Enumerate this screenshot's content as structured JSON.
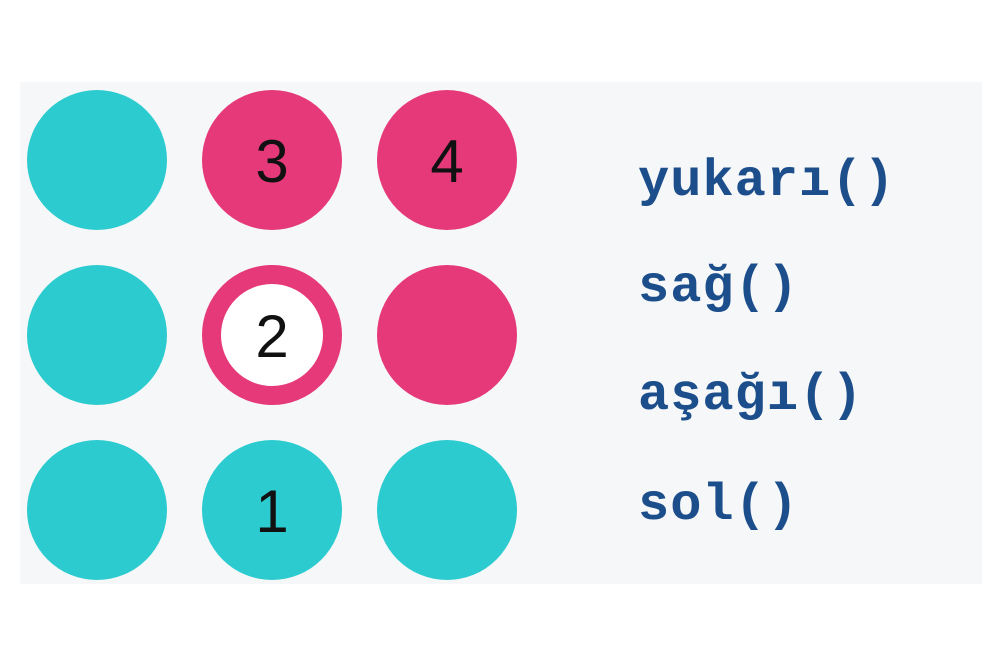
{
  "colors": {
    "visited": "#e5397a",
    "unvisited": "#2ccbd0",
    "current_center": "#ffffff",
    "command_text": "#1d4e8c",
    "panel_background": "#f6f7f8"
  },
  "grid": {
    "rows": 3,
    "cols": 3,
    "cells": [
      {
        "row": 0,
        "col": 0,
        "state": "unvisited",
        "label": ""
      },
      {
        "row": 0,
        "col": 1,
        "state": "visited",
        "label": "3"
      },
      {
        "row": 0,
        "col": 2,
        "state": "visited",
        "label": "4"
      },
      {
        "row": 1,
        "col": 0,
        "state": "unvisited",
        "label": ""
      },
      {
        "row": 1,
        "col": 1,
        "state": "current",
        "label": "2"
      },
      {
        "row": 1,
        "col": 2,
        "state": "visited",
        "label": ""
      },
      {
        "row": 2,
        "col": 0,
        "state": "unvisited",
        "label": ""
      },
      {
        "row": 2,
        "col": 1,
        "state": "unvisited",
        "label": "1"
      },
      {
        "row": 2,
        "col": 2,
        "state": "unvisited",
        "label": ""
      }
    ]
  },
  "commands": [
    "yukarı()",
    "sağ()",
    "aşağı()",
    "sol()"
  ]
}
